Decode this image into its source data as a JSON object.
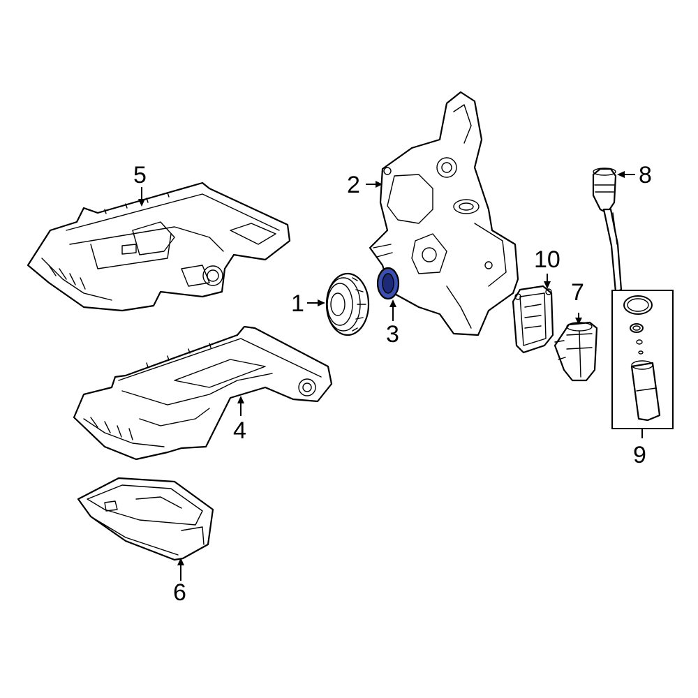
{
  "diagram": {
    "highlight_color": "#3a4fb0",
    "highlighted_callout": "3",
    "callouts": {
      "c1": "1",
      "c2": "2",
      "c3": "3",
      "c4": "4",
      "c5": "5",
      "c6": "6",
      "c7": "7",
      "c8": "8",
      "c9": "9",
      "c10": "10"
    }
  }
}
